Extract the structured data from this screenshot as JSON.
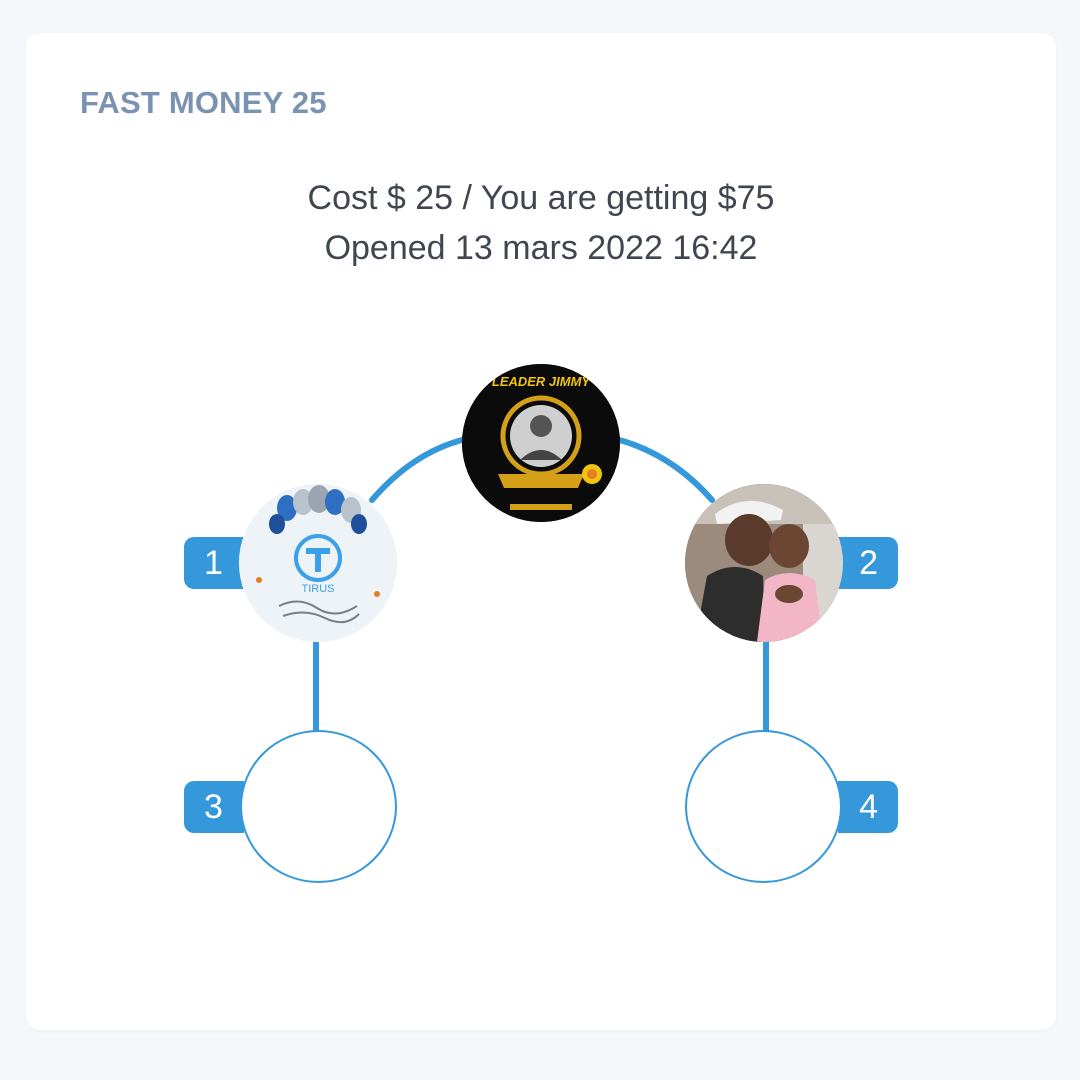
{
  "card": {
    "title": "FAST MONEY 25",
    "cost_line": "Cost $ 25 / You are getting $75",
    "opened_line": "Opened 13 mars 2022 16:42"
  },
  "colors": {
    "accent": "#3498db",
    "title": "#7a93b2",
    "text": "#3f4650",
    "background": "#f6f7fa"
  },
  "tree": {
    "root": {
      "avatar_text_top": "LEADER JIMMY",
      "filled": true
    },
    "slots": [
      {
        "number": "1",
        "filled": true,
        "avatar_caption": "TIRUS"
      },
      {
        "number": "2",
        "filled": true
      },
      {
        "number": "3",
        "filled": false
      },
      {
        "number": "4",
        "filled": false
      }
    ]
  }
}
